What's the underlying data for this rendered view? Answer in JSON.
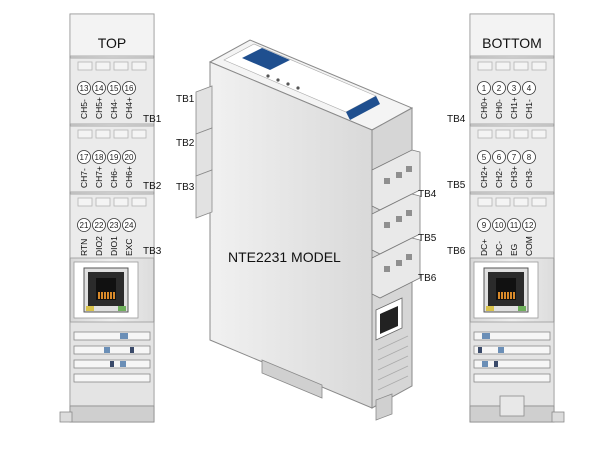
{
  "top_view": {
    "title": "TOP",
    "blocks": [
      {
        "label": "TB1",
        "pins": [
          {
            "num": "13",
            "label": "CH5-"
          },
          {
            "num": "14",
            "label": "CH5+"
          },
          {
            "num": "15",
            "label": "CH4-"
          },
          {
            "num": "16",
            "label": "CH4+"
          }
        ]
      },
      {
        "label": "TB2",
        "pins": [
          {
            "num": "17",
            "label": "CH7-"
          },
          {
            "num": "18",
            "label": "CH7+"
          },
          {
            "num": "19",
            "label": "CH6-"
          },
          {
            "num": "20",
            "label": "CH6+"
          }
        ]
      },
      {
        "label": "TB3",
        "pins": [
          {
            "num": "21",
            "label": "RTN"
          },
          {
            "num": "22",
            "label": "DIO2"
          },
          {
            "num": "23",
            "label": "DIO1"
          },
          {
            "num": "24",
            "label": "EXC"
          }
        ]
      }
    ]
  },
  "bottom_view": {
    "title": "BOTTOM",
    "blocks": [
      {
        "label": "TB4",
        "pins": [
          {
            "num": "1",
            "label": "CH0+"
          },
          {
            "num": "2",
            "label": "CH0-"
          },
          {
            "num": "3",
            "label": "CH1+"
          },
          {
            "num": "4",
            "label": "CH1-"
          }
        ]
      },
      {
        "label": "TB5",
        "pins": [
          {
            "num": "5",
            "label": "CH2+"
          },
          {
            "num": "6",
            "label": "CH2-"
          },
          {
            "num": "7",
            "label": "CH3+"
          },
          {
            "num": "8",
            "label": "CH3-"
          }
        ]
      },
      {
        "label": "TB6",
        "pins": [
          {
            "num": "9",
            "label": "DC+"
          },
          {
            "num": "10",
            "label": "DC-"
          },
          {
            "num": "11",
            "label": "EG"
          },
          {
            "num": "12",
            "label": "COM"
          }
        ]
      }
    ]
  },
  "device": {
    "model": "NTE2231 MODEL",
    "left_labels": [
      "TB1",
      "TB2",
      "TB3"
    ],
    "right_labels": [
      "TB4",
      "TB5",
      "TB6"
    ]
  },
  "colors": {
    "module_body": "#e8e8e8",
    "module_outline": "#8a8a8a",
    "label_blue": "#1f4f8f",
    "rj45_orange": "#d98a2a"
  }
}
